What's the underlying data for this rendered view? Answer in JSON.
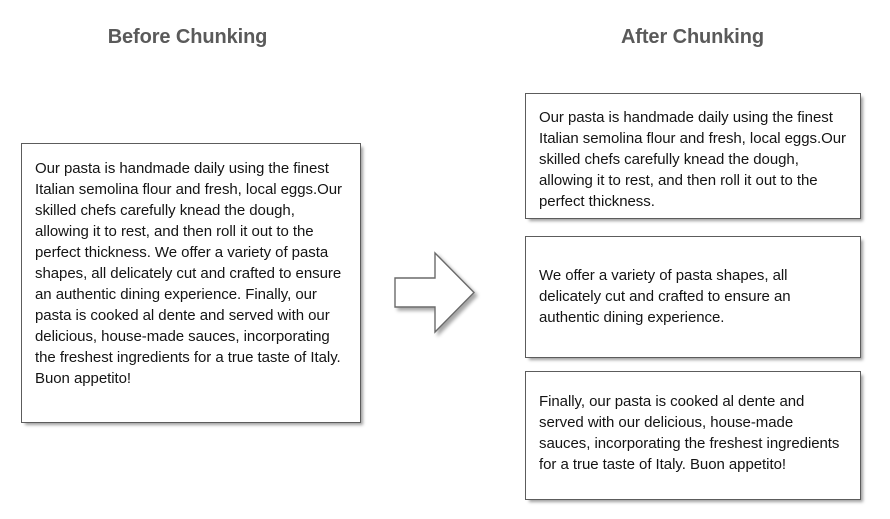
{
  "page": {
    "background_color": "#ffffff",
    "box_border_color": "#5c5c5c",
    "title_color": "#5a5a5a",
    "text_color": "#141414"
  },
  "columns": {
    "before": {
      "title": "Before Chunking",
      "boxes": [
        {
          "id": "before-chunk-1",
          "text": "Our pasta is handmade daily using the finest Italian semolina flour and fresh, local eggs.Our skilled chefs carefully knead the dough, allowing it to rest, and then roll it out to the perfect thickness. We offer a variety of pasta shapes, all delicately cut and crafted to ensure an authentic dining experience. Finally, our pasta is cooked al dente and served with our delicious, house-made sauces, incorporating the freshest ingredients for a true taste of Italy. Buon appetito!"
        }
      ]
    },
    "after": {
      "title": "After Chunking",
      "boxes": [
        {
          "id": "after-chunk-1",
          "text": "Our pasta is handmade daily using the finest Italian semolina flour and fresh, local eggs.Our skilled chefs carefully knead the dough, allowing it to rest, and then roll it out to the perfect thickness."
        },
        {
          "id": "after-chunk-2",
          "text": "We offer a variety of pasta shapes, all delicately cut and crafted to ensure an authentic dining experience."
        },
        {
          "id": "after-chunk-3",
          "text": "Finally, our pasta is cooked al dente and served with our delicious, house-made sauces, incorporating the freshest ingredients for a true taste of Italy. Buon appetito!"
        }
      ]
    }
  },
  "connector": {
    "icon": "right-block-arrow-icon",
    "direction": "right",
    "fill": "#ffffff",
    "stroke": "#6b6b6b"
  }
}
